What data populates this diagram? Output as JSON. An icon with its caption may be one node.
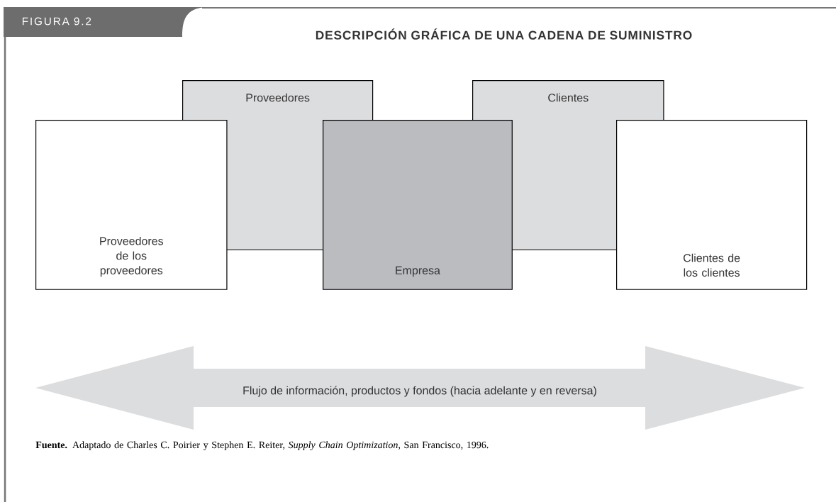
{
  "diagram": {
    "title": "DESCRIPCIÓN GRÁFICA DE UNA CADENA DE SUMINISTRO",
    "caption": "**Fuente.** Adaptado de Charles C. Poirier y Stephen E. Reiter, *Supply Chain Optimization,* San Francisco, 1996.",
    "nodes": [
      {
        "text": [
          "Proveedores de los proveedores"
        ]
      },
      {
        "text": [
          "Proveedores"
        ]
      },
      {
        "text": [
          "Empresa"
        ]
      },
      {
        "text": [
          "Clientes"
        ]
      },
      {
        "text": [
          "Clientes de los clientes"
        ]
      },
      {
        "text": [
          "Flujo de información, productos y fondos (hacia adelante y en reversa)"
        ]
      }
    ],
    "edges": [],
    "labels": [
      "FIGURA 9.2"
    ]
  }
}
